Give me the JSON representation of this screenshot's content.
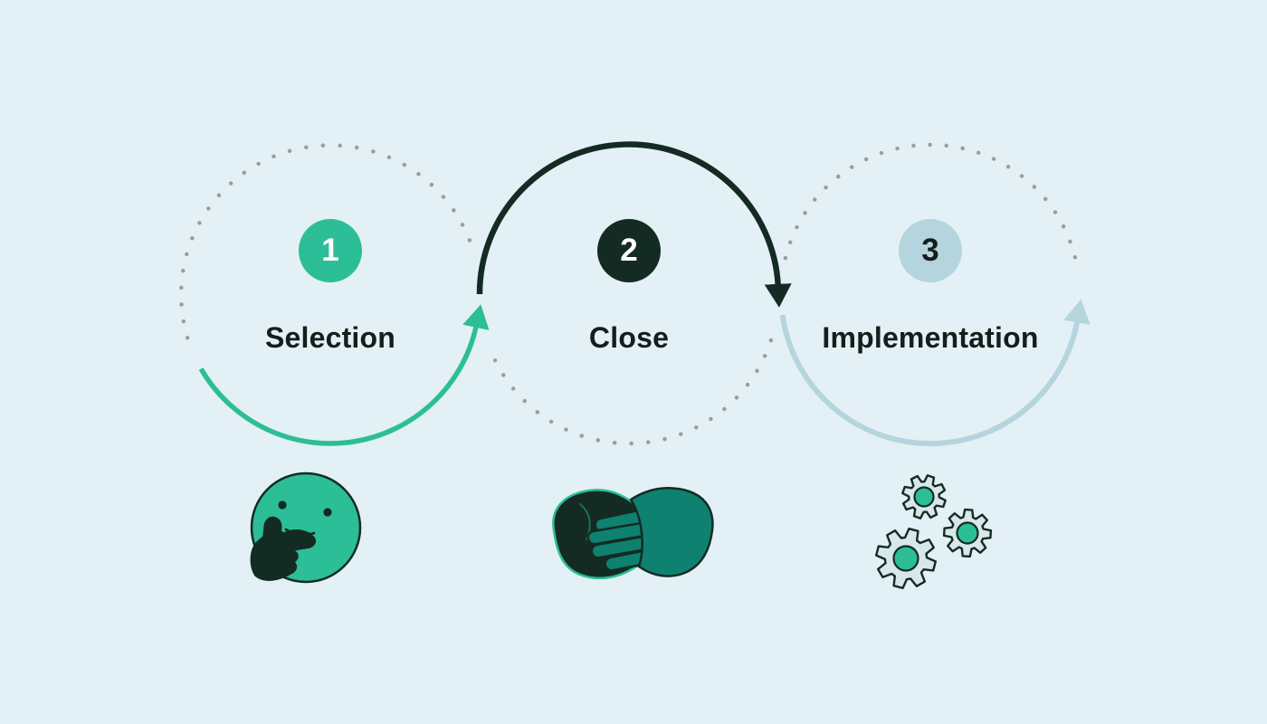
{
  "diagram": {
    "steps": [
      {
        "number": "1",
        "label": "Selection",
        "icon": "thinking-face-icon"
      },
      {
        "number": "2",
        "label": "Close",
        "icon": "handshake-icon"
      },
      {
        "number": "3",
        "label": "Implementation",
        "icon": "gears-icon"
      }
    ]
  },
  "colors": {
    "background": "#e3f0f5",
    "green": "#2cbe96",
    "dark": "#142b23",
    "light_blue": "#b5d5de",
    "teal": "#0e8170",
    "dot_gray": "#9d9d9b",
    "text": "#161d1b",
    "gear_body": "#d8e7ea",
    "white": "#ffffff"
  }
}
